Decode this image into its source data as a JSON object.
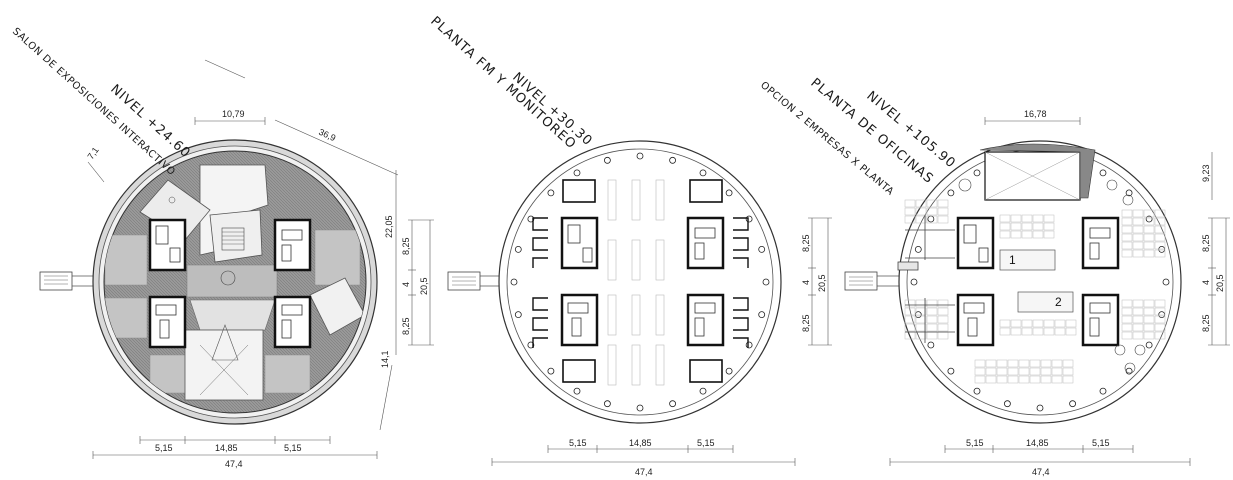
{
  "plans": [
    {
      "level": "NIVEL +24.60",
      "name": "SALON DE EXPOSICIONES INTERACTIVO",
      "dims": {
        "top": "10,79",
        "diag": "36,9",
        "radial": "7,1",
        "r1": "22,05",
        "r2": "8,25",
        "r3": "4",
        "r4": "8,25",
        "r5": "20,5",
        "r6": "14,1",
        "bl": "5,15",
        "bc": "14,85",
        "br": "5,15",
        "btot": "47,4"
      }
    },
    {
      "level": "NIVEL +30.30",
      "name": "PLANTA FM Y MONITOREO",
      "dims": {
        "r2": "8,25",
        "r3": "4",
        "r4": "8,25",
        "r5": "20,5",
        "bl": "5,15",
        "bc": "14,85",
        "br": "5,15",
        "btot": "47,4"
      }
    },
    {
      "level": "NIVEL +105.90",
      "name": "PLANTA DE OFICINAS",
      "sub": "OPCION 2 EMPRESAS X PLANTA",
      "rooms": [
        "1",
        "2"
      ],
      "dims": {
        "top": "16,78",
        "r1": "9,23",
        "r2": "8,25",
        "r3": "4",
        "r4": "8,25",
        "r5": "20,5",
        "bl": "5,15",
        "bc": "14,85",
        "br": "5,15",
        "btot": "47,4"
      }
    }
  ]
}
